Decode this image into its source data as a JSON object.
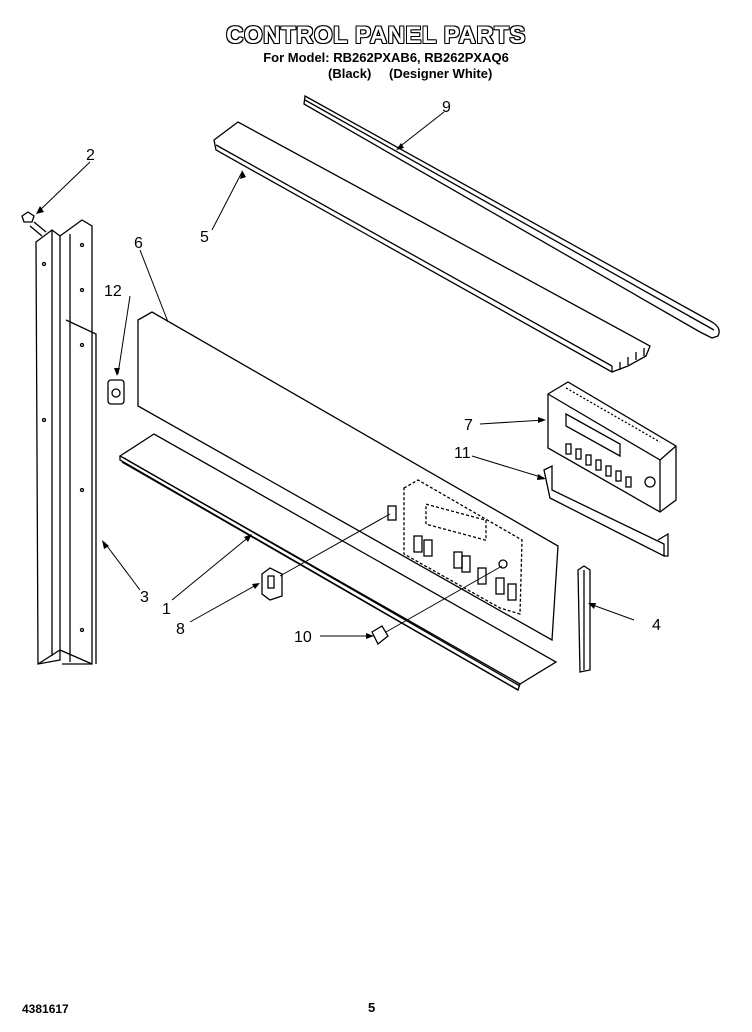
{
  "header": {
    "title": "CONTROL PANEL PARTS",
    "model_line": "For Model: RB262PXAB6, RB262PXAQ6",
    "finish_black": "(Black)",
    "finish_white": "(Designer White)"
  },
  "callouts": {
    "c1": "1",
    "c2": "2",
    "c3": "3",
    "c4": "4",
    "c5": "5",
    "c6": "6",
    "c7": "7",
    "c8": "8",
    "c9": "9",
    "c10": "10",
    "c11": "11",
    "c12": "12"
  },
  "footer": {
    "doc_number": "4381617",
    "page": "5"
  }
}
